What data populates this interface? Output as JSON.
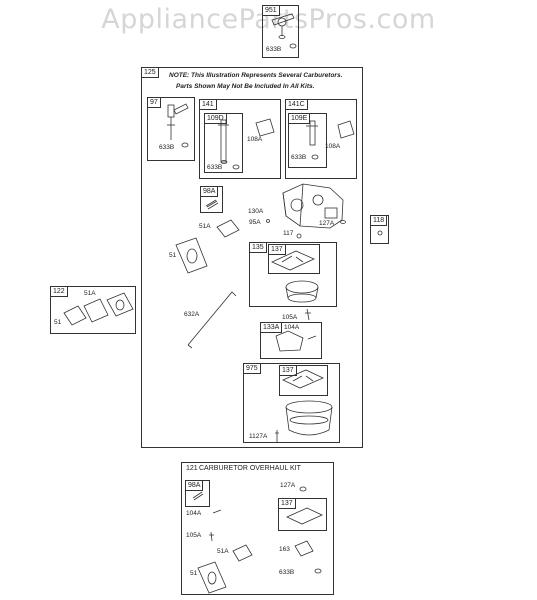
{
  "watermark": "AppliancePartsPros.com",
  "note_line1": "NOTE: This Illustration Represents Several Carburetors.",
  "note_line2": "Parts Shown May Not Be Included In All Kits.",
  "kit_title": "CARBURETOR OVERHAUL KIT",
  "labels": {
    "b951": "951",
    "l633b_top": "633B",
    "b125": "125",
    "b97": "97",
    "l633b_97": "633B",
    "b141": "141",
    "b109d": "109D",
    "l108a_141": "108A",
    "l633b_141": "633B",
    "b141c": "141C",
    "b109e": "109E",
    "l108a_141c": "108A",
    "l633b_141c": "633B",
    "b98a": "98A",
    "l130a": "130A",
    "l95a": "95A",
    "l127a": "127A",
    "l117": "117",
    "l51a": "51A",
    "l51": "51",
    "b135": "135",
    "b137": "137",
    "l632a": "632A",
    "l105a": "105A",
    "b133a": "133A",
    "l104a": "104A",
    "b975": "975",
    "b137b": "137",
    "l1127a": "1127A",
    "b118": "118",
    "b122": "122",
    "l51a_122": "51A",
    "l51_122": "51",
    "b121": "121",
    "k98a": "98A",
    "k127a": "127A",
    "k104a": "104A",
    "k137": "137",
    "k105a": "105A",
    "k51a": "51A",
    "k163": "163",
    "k51": "51",
    "k633b": "633B"
  }
}
